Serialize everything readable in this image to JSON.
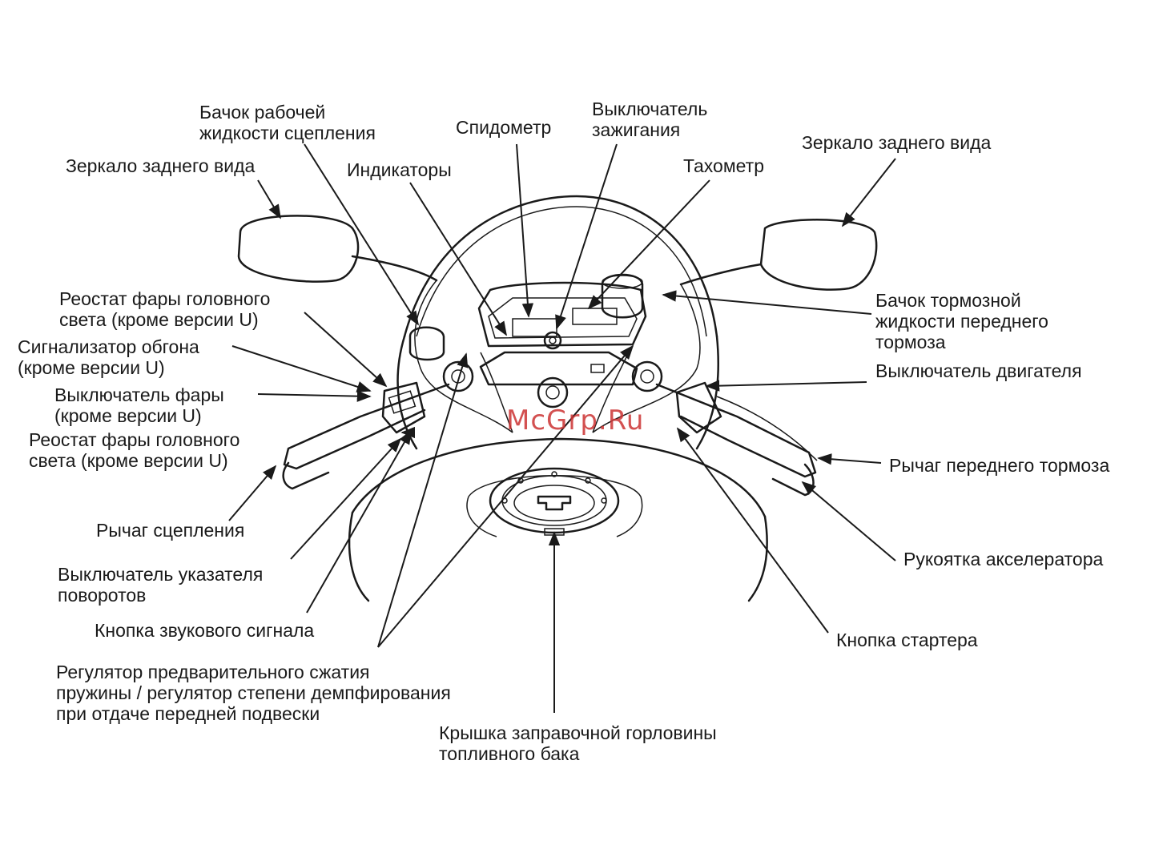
{
  "labels": {
    "mirror_left": "Зеркало заднего вида",
    "clutch_reservoir": "Бачок рабочей\nжидкости сцепления",
    "indicators": "Индикаторы",
    "speedometer": "Спидометр",
    "ignition_switch": "Выключатель\nзажигания",
    "tachometer": "Тахометр",
    "mirror_right": "Зеркало заднего вида",
    "headlight_rheostat_1": "Реостат фары головного\nсвета (кроме версии U)",
    "passing_signal": "Сигнализатор обгона\n(кроме версии U)",
    "headlight_switch": "Выключатель фары\n(кроме версии U)",
    "headlight_rheostat_2": "Реостат фары головного\nсвета (кроме версии U)",
    "clutch_lever": "Рычаг сцепления",
    "turn_signal_switch": "Выключатель указателя\nповоротов",
    "horn_button": "Кнопка звукового сигнала",
    "suspension_adjuster": "Регулятор предварительного сжатия\nпружины / регулятор степени демпфирования\nпри отдаче передней подвески",
    "fuel_cap": "Крышка заправочной горловины\nтопливного бака",
    "brake_reservoir": "Бачок тормозной\nжидкости переднего\nтормоза",
    "engine_stop_switch": "Выключатель двигателя",
    "front_brake_lever": "Рычаг переднего тормоза",
    "throttle_grip": "Рукоятка акселератора",
    "starter_button": "Кнопка стартера"
  },
  "watermark": "McGrp.Ru"
}
